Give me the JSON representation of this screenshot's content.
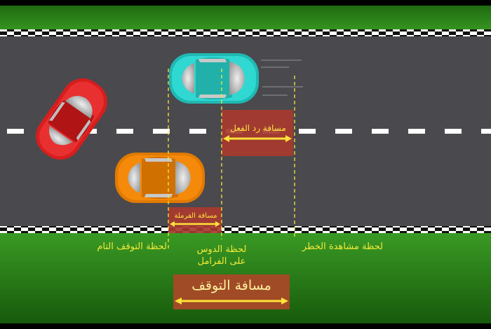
{
  "labels": {
    "full_stop_moment": "لحظة التوقف التام",
    "brake_press_moment": "لحظة الدوس\nعلى الفرامل",
    "hazard_seen_moment": "لحظة مشاهدة الخطر"
  },
  "distances": {
    "reaction": "مسافة رد الفعل",
    "braking": "مسافة الفرملة",
    "stopping": "مسافة التوقف"
  },
  "colors": {
    "grass": "#2f8a1a",
    "road": "#4a4a4e",
    "box": "#a83a30",
    "arrow": "#ffe23a",
    "guide": "#f2ea38",
    "car_red": "#d81d1d",
    "car_cyan": "#2fd8d0",
    "car_orange": "#f58a0a"
  }
}
